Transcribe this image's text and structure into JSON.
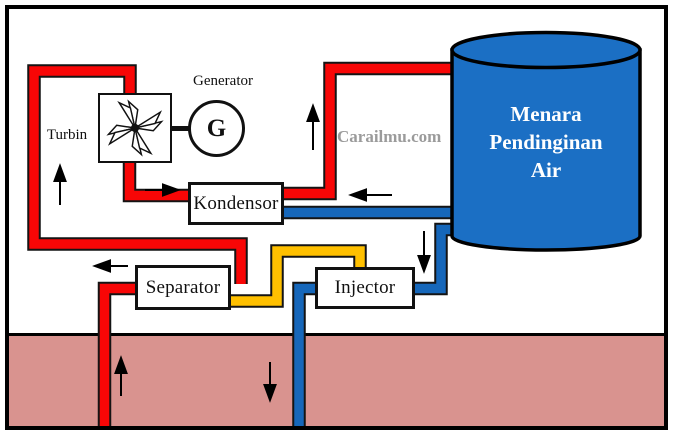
{
  "diagram": {
    "watermark": "Carailmu.com",
    "components": {
      "turbine_label": "Turbin",
      "generator_label": "Generator",
      "generator_symbol": "G",
      "condenser_label": "Kondensor",
      "separator_label": "Separator",
      "injector_label": "Injector",
      "cooling_tower": {
        "lines": [
          "Menara",
          "Pendinginan",
          "Air"
        ]
      }
    },
    "flow_arrows": [
      {
        "direction": "up",
        "at": "riser-from-separator-to-turbine"
      },
      {
        "direction": "right",
        "at": "turbine-to-condenser"
      },
      {
        "direction": "up",
        "at": "condenser-to-cooling-tower"
      },
      {
        "direction": "left",
        "at": "cooling-tower-to-condenser"
      },
      {
        "direction": "down",
        "at": "cooling-tower-to-injector"
      },
      {
        "direction": "left",
        "at": "separator-outlet-loop"
      },
      {
        "direction": "up",
        "at": "production-well-in-ground"
      },
      {
        "direction": "down",
        "at": "injection-well-in-ground"
      }
    ],
    "icons": {
      "turbine": "turbine-fan-icon",
      "generator": "generator-g-icon"
    }
  },
  "colors": {
    "pipe-hot": "#F80606",
    "pipe-cold": "#1667BA",
    "pipe-brine": "#FFC000",
    "tower-fill": "#1B6FC4",
    "ground-fill": "#D9938F",
    "outline": "#141414",
    "watermark": "#9B9B9B"
  }
}
